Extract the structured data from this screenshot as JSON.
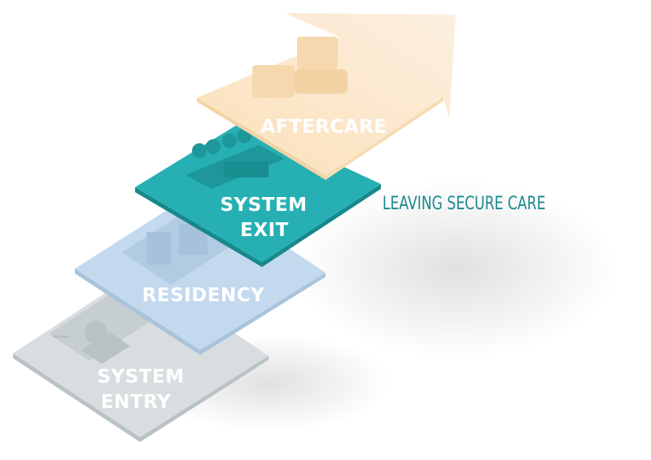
{
  "steps": {
    "system_entry": {
      "line1": "SYSTEM",
      "line2": "ENTRY",
      "icon": "intake-form-person-icon",
      "color": "#d8dee0"
    },
    "residency": {
      "line1": "RESIDENCY",
      "icon": "bed-room-icon",
      "color": "#c3d9ee"
    },
    "system_exit": {
      "line1": "SYSTEM",
      "line2": "EXIT",
      "icon": "courtroom-panel-icon",
      "color": "#27b0b3"
    },
    "aftercare": {
      "line1": "AFTERCARE",
      "icon": "handshake-icon",
      "color": "#fbe3c1"
    }
  },
  "side_label": "LEAVING SECURE CARE",
  "accent": "#1b8a8f"
}
